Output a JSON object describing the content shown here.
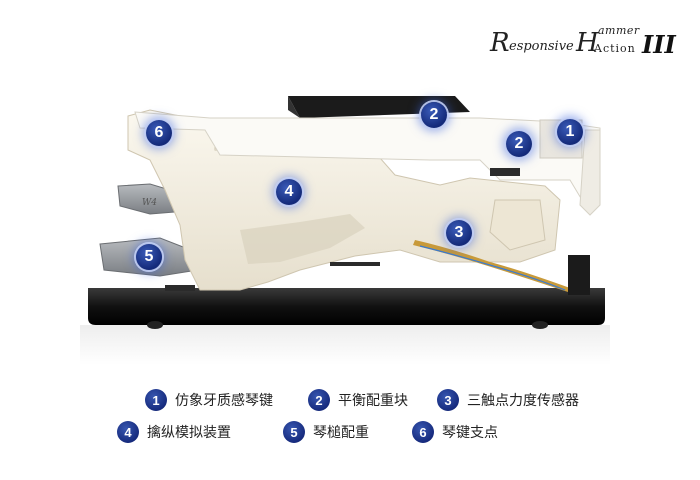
{
  "logo": {
    "r_big": "R",
    "r_rest": "esponsive",
    "h_big": "H",
    "h_top": "ammer",
    "h_bottom": "Action",
    "roman": "III"
  },
  "badges": {
    "b1": "1",
    "b2a": "2",
    "b2b": "2",
    "b3": "3",
    "b4": "4",
    "b5": "5",
    "b6": "6"
  },
  "legend": [
    {
      "num": "1",
      "text": "仿象牙质感琴键"
    },
    {
      "num": "2",
      "text": "平衡配重块"
    },
    {
      "num": "3",
      "text": "三触点力度传感器"
    },
    {
      "num": "4",
      "text": "擒纵模拟装置"
    },
    {
      "num": "5",
      "text": "琴槌配重"
    },
    {
      "num": "6",
      "text": "琴键支点"
    }
  ],
  "colors": {
    "badge": "#1a2f80",
    "frame": "#f1ece0",
    "key": "#fbfaf6",
    "base": "#1a1a1a",
    "hammer": "#8c8f93"
  }
}
